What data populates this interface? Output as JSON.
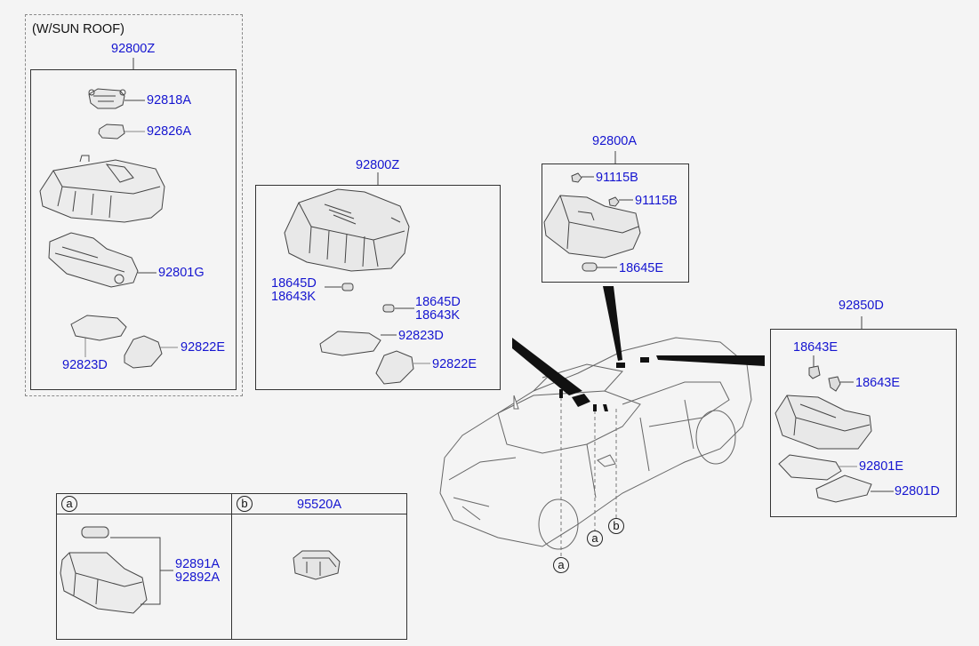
{
  "variant_group": {
    "title": "(W/SUN ROOF)",
    "assembly": "92800Z",
    "parts": [
      "92818A",
      "92826A",
      "92801G",
      "92823D",
      "92822E"
    ]
  },
  "assembly_center": {
    "assembly": "92800Z",
    "bulb_left": [
      "18645D",
      "18643K"
    ],
    "bulb_right": [
      "18645D",
      "18643K"
    ],
    "parts": [
      "92823D",
      "92822E"
    ]
  },
  "assembly_top": {
    "assembly": "92800A",
    "parts": [
      "91115B",
      "91115B",
      "18645E"
    ]
  },
  "assembly_rear": {
    "assembly": "92850D",
    "parts": [
      "18643E",
      "18643E",
      "92801E",
      "92801D"
    ]
  },
  "detail_table": {
    "a": {
      "marker": "a",
      "parts": [
        "92891A",
        "92892A"
      ]
    },
    "b": {
      "marker": "b",
      "part": "95520A"
    }
  },
  "car": {
    "markers": [
      "a",
      "a",
      "b"
    ]
  },
  "colors": {
    "part_label": "#1515d0",
    "line": "#333333",
    "background": "#f4f4f4"
  }
}
